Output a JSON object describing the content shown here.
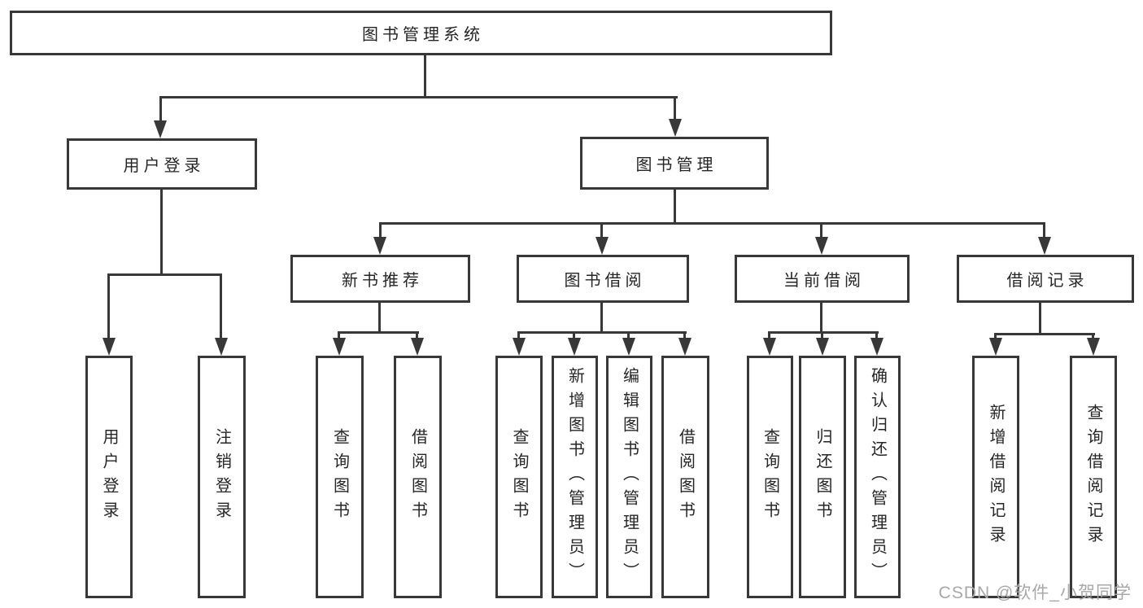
{
  "diagram": {
    "title": "图书管理系统",
    "watermark": "CSDN @软件_小贺同学",
    "colors": {
      "line": "#383838",
      "text": "#262626",
      "box_background": "#ffffff",
      "watermark": "#a8a8a8"
    },
    "nodes": [
      {
        "id": "root",
        "label": "图书管理系统",
        "level": 1,
        "parent": null
      },
      {
        "id": "user-login",
        "label": "用户登录",
        "level": 2,
        "parent": "root"
      },
      {
        "id": "book-management",
        "label": "图书管理",
        "level": 2,
        "parent": "root"
      },
      {
        "id": "new-book-recommendation",
        "label": "新书推荐",
        "level": 3,
        "parent": "book-management"
      },
      {
        "id": "book-borrowing",
        "label": "图书借阅",
        "level": 3,
        "parent": "book-management"
      },
      {
        "id": "current-borrowing",
        "label": "当前借阅",
        "level": 3,
        "parent": "book-management"
      },
      {
        "id": "borrowing-records",
        "label": "借阅记录",
        "level": 3,
        "parent": "book-management"
      },
      {
        "id": "leaf-user-login",
        "label": "用户登录",
        "level": 4,
        "parent": "user-login"
      },
      {
        "id": "leaf-logout",
        "label": "注销登录",
        "level": 4,
        "parent": "user-login"
      },
      {
        "id": "leaf-query-books-1",
        "label": "查询图书",
        "level": 4,
        "parent": "new-book-recommendation"
      },
      {
        "id": "leaf-borrow-books-1",
        "label": "借阅图书",
        "level": 4,
        "parent": "new-book-recommendation"
      },
      {
        "id": "leaf-query-books-2",
        "label": "查询图书",
        "level": 4,
        "parent": "book-borrowing"
      },
      {
        "id": "leaf-add-book-admin",
        "label": "新增图书（管理员）",
        "level": 4,
        "parent": "book-borrowing"
      },
      {
        "id": "leaf-edit-book-admin",
        "label": "编辑图书（管理员）",
        "level": 4,
        "parent": "book-borrowing"
      },
      {
        "id": "leaf-borrow-books-2",
        "label": "借阅图书",
        "level": 4,
        "parent": "book-borrowing"
      },
      {
        "id": "leaf-query-books-3",
        "label": "查询图书",
        "level": 4,
        "parent": "current-borrowing"
      },
      {
        "id": "leaf-return-books",
        "label": "归还图书",
        "level": 4,
        "parent": "current-borrowing"
      },
      {
        "id": "leaf-confirm-return-admin",
        "label": "确认归还（管理员）",
        "level": 4,
        "parent": "current-borrowing"
      },
      {
        "id": "leaf-add-borrow-record",
        "label": "新增借阅记录",
        "level": 4,
        "parent": "borrowing-records"
      },
      {
        "id": "leaf-query-borrow-record",
        "label": "查询借阅记录",
        "level": 4,
        "parent": "borrowing-records"
      }
    ]
  }
}
